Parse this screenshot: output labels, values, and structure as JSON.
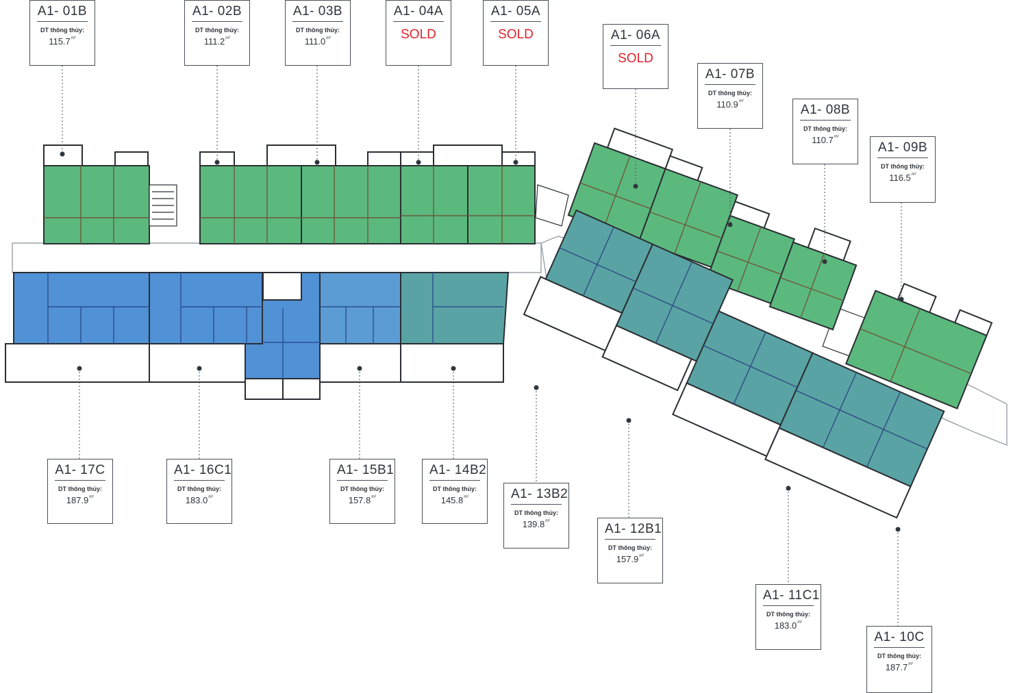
{
  "plan": {
    "colors": {
      "green": "#5cb97e",
      "blue": "#5191d6",
      "blue_mid": "#5c9cd4",
      "teal": "#5aa3a4",
      "sold": "#e0202a",
      "border": "#4a4f55"
    },
    "area_label": "DT thông thủy:",
    "units": [
      {
        "code": "A1- 01B",
        "area": "115.7",
        "unit": "m²",
        "sold_label": ""
      },
      {
        "code": "A1- 02B",
        "area": "111.2",
        "unit": "m²",
        "sold_label": ""
      },
      {
        "code": "A1- 03B",
        "area": "111.0",
        "unit": "m²",
        "sold_label": ""
      },
      {
        "code": "A1- 04A",
        "area": "",
        "unit": "",
        "sold_label": "SOLD"
      },
      {
        "code": "A1- 05A",
        "area": "",
        "unit": "",
        "sold_label": "SOLD"
      },
      {
        "code": "A1- 06A",
        "area": "",
        "unit": "",
        "sold_label": "SOLD"
      },
      {
        "code": "A1- 07B",
        "area": "110.9",
        "unit": "m²",
        "sold_label": ""
      },
      {
        "code": "A1- 08B",
        "area": "110.7",
        "unit": "m²",
        "sold_label": ""
      },
      {
        "code": "A1- 09B",
        "area": "116.5",
        "unit": "m²",
        "sold_label": ""
      },
      {
        "code": "A1- 10C",
        "area": "187.7",
        "unit": "m²",
        "sold_label": ""
      },
      {
        "code": "A1- 11C1",
        "area": "183.0",
        "unit": "m²",
        "sold_label": ""
      },
      {
        "code": "A1- 12B1",
        "area": "157.9",
        "unit": "m²",
        "sold_label": ""
      },
      {
        "code": "A1- 13B2",
        "area": "139.8",
        "unit": "m²",
        "sold_label": ""
      },
      {
        "code": "A1- 14B2",
        "area": "145.8",
        "unit": "m²",
        "sold_label": ""
      },
      {
        "code": "A1- 15B1",
        "area": "157.8",
        "unit": "m²",
        "sold_label": ""
      },
      {
        "code": "A1- 16C1",
        "area": "183.0",
        "unit": "m²",
        "sold_label": ""
      },
      {
        "code": "A1- 17C",
        "area": "187.9",
        "unit": "m²",
        "sold_label": ""
      }
    ]
  }
}
